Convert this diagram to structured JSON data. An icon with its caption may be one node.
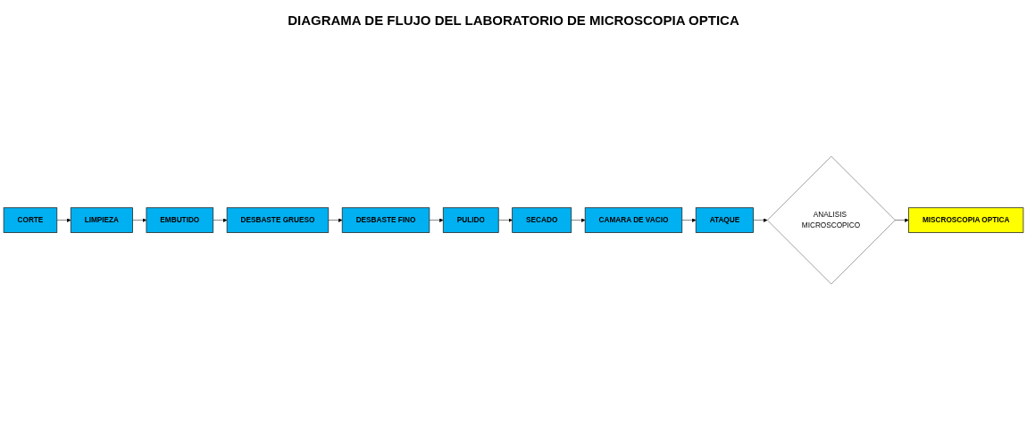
{
  "diagram": {
    "title": "DIAGRAMA DE FLUJO DEL LABORATORIO DE MICROSCOPIA OPTICA",
    "nodes": [
      {
        "text": [
          "CORTE"
        ]
      },
      {
        "text": [
          "LIMPIEZA"
        ]
      },
      {
        "text": [
          "EMBUTIDO"
        ]
      },
      {
        "text": [
          "DESBASTE GRUESO"
        ]
      },
      {
        "text": [
          "DESBASTE FINO"
        ]
      },
      {
        "text": [
          "PULIDO"
        ]
      },
      {
        "text": [
          "SECADO"
        ]
      },
      {
        "text": [
          "CAMARA DE VACIO"
        ]
      },
      {
        "text": [
          "ATAQUE"
        ]
      },
      {
        "text": [
          "ANALISIS MICROSCOPICO"
        ]
      },
      {
        "text": [
          "MISCROSCOPIA OPTICA"
        ]
      }
    ],
    "edges": [
      {
        "from": 0,
        "to": 1,
        "arrow": "to"
      },
      {
        "from": 1,
        "to": 2,
        "arrow": "to"
      },
      {
        "from": 2,
        "to": 3,
        "arrow": "to"
      },
      {
        "from": 3,
        "to": 4,
        "arrow": "to"
      },
      {
        "from": 4,
        "to": 5,
        "arrow": "to"
      },
      {
        "from": 5,
        "to": 6,
        "arrow": "to"
      },
      {
        "from": 6,
        "to": 7,
        "arrow": "to"
      },
      {
        "from": 7,
        "to": 8,
        "arrow": "to"
      },
      {
        "from": 8,
        "to": 9,
        "arrow": "to"
      },
      {
        "from": 9,
        "to": 10,
        "arrow": "to"
      }
    ]
  }
}
